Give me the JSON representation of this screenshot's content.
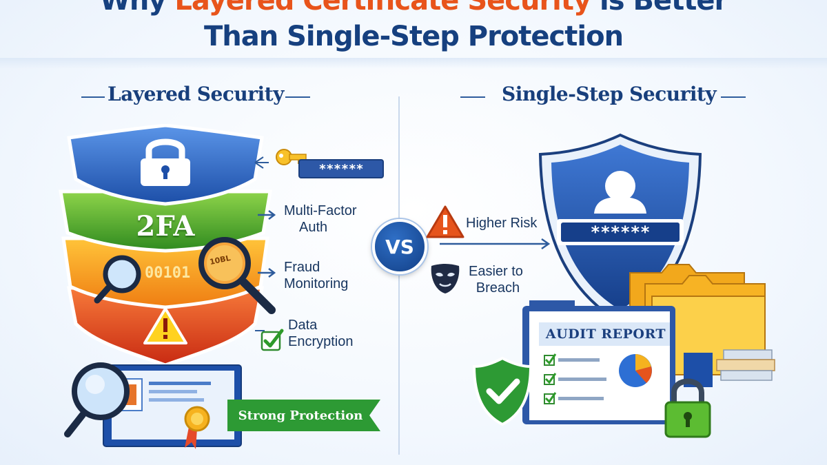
{
  "header": {
    "title_line1_prefix": "Why ",
    "title_line1_highlight": "Layered Certificate Security",
    "title_line1_suffix": " is Better",
    "title_line2": "Than Single-Step Protection"
  },
  "left": {
    "heading": "Layered Security",
    "layer_2fa": "2FA",
    "binary_text": "00101",
    "magnifier_text": "10BL",
    "password_mask": "******",
    "labels": {
      "multi_factor": [
        "Multi-Factor",
        "Auth"
      ],
      "fraud": [
        "Fraud",
        "Monitoring"
      ],
      "encryption": [
        "Data",
        "Encryption"
      ]
    },
    "banner": "Strong Protection"
  },
  "vs": "VS",
  "right": {
    "heading": "Single-Step Security",
    "password_mask": "******",
    "labels": {
      "higher_risk": "Higher Risk",
      "easier_breach": [
        "Easier to",
        "Breach"
      ]
    },
    "audit_title": "AUDIT REPORT"
  },
  "colors": {
    "title_blue": "#16407f",
    "highlight_orange": "#e8541b",
    "layer_blue": "#2a63c4",
    "layer_green": "#4aa62a",
    "layer_orange": "#f39a1b",
    "layer_red": "#e5451c",
    "banner_green": "#2d9a34"
  }
}
